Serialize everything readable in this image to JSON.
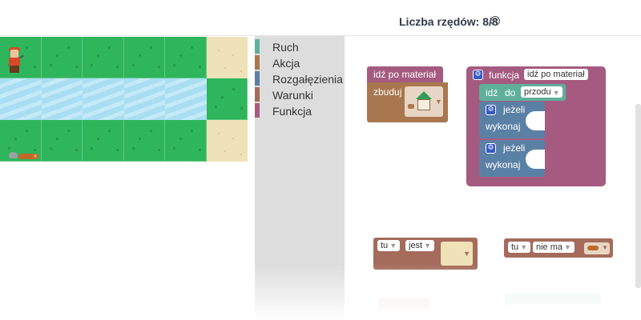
{
  "header": {
    "rows_counter": "Liczba rzędów: 8/8",
    "info_icon": "ⓘ"
  },
  "toolbox": {
    "categories": [
      {
        "label": "Ruch",
        "color": "#5fb09a"
      },
      {
        "label": "Akcja",
        "color": "#a9774f"
      },
      {
        "label": "Rozgałęzienia",
        "color": "#5b80a5"
      },
      {
        "label": "Warunki",
        "color": "#a56b5b"
      },
      {
        "label": "Funkcja",
        "color": "#a55b80"
      }
    ]
  },
  "workspace": {
    "block_goto_material": {
      "label": "idź po materiał",
      "action_label": "zbuduj"
    },
    "function_block": {
      "keyword": "funkcja",
      "name": "idź po materiał",
      "move_label": "idź",
      "move_prep": "do",
      "move_direction": "przodu",
      "if1": "jeżeli",
      "do1": "wykonaj",
      "if2": "jeżeli",
      "do2": "wykonaj"
    },
    "condition_is": {
      "subject": "tu",
      "verb": "jest"
    },
    "condition_not": {
      "subject": "tu",
      "verb": "nie ma"
    }
  },
  "colors": {
    "function": "#a55b80",
    "action": "#a9774f",
    "logic": "#5b80a5",
    "movement": "#5fb09a",
    "condition": "#a56b5b"
  }
}
